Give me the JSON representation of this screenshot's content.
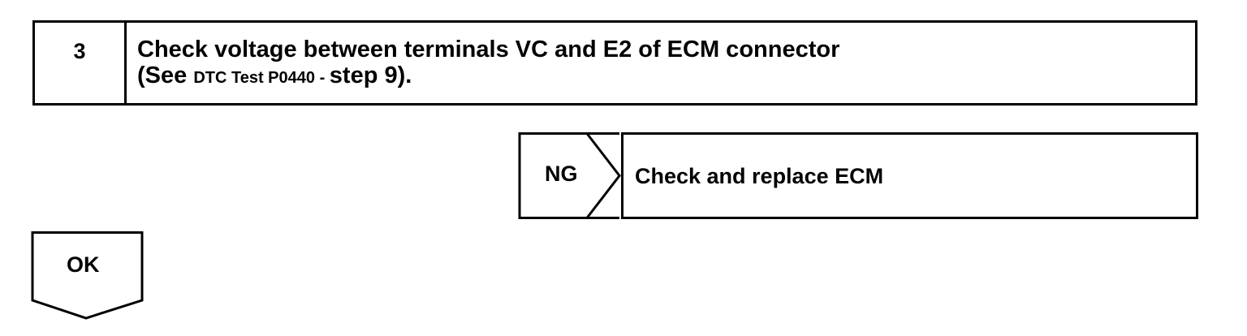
{
  "step": {
    "number": "3",
    "line1": "Check voltage between terminals VC and E2 of ECM connector",
    "line2_prefix": "(See ",
    "line2_reference": "DTC Test P0440 - ",
    "line2_suffix": "step 9)."
  },
  "ng_branch": {
    "label": "NG",
    "action": "Check and replace ECM"
  },
  "ok_branch": {
    "label": "OK"
  }
}
